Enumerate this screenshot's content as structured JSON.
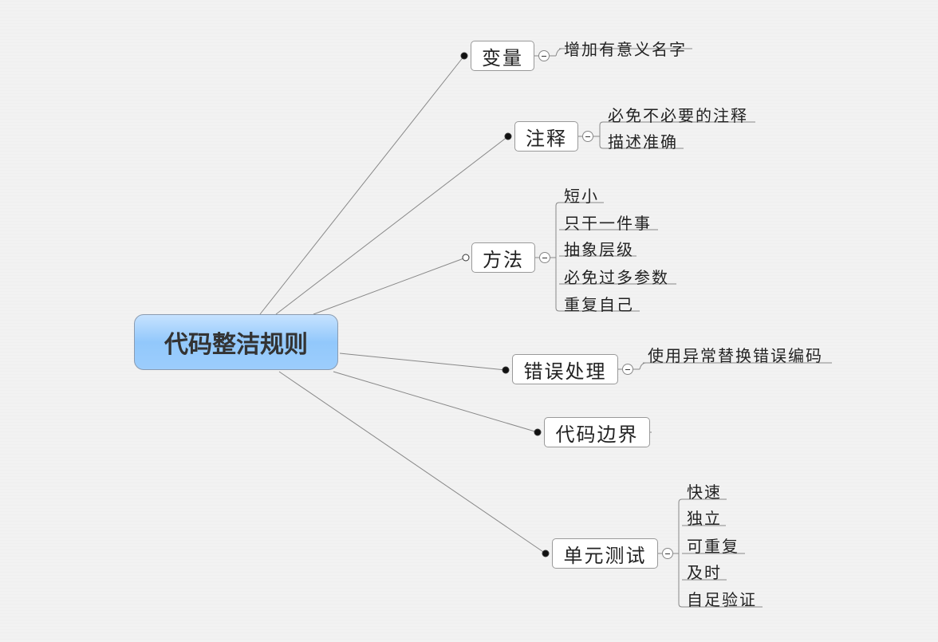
{
  "central": "代码整洁规则",
  "topics": [
    {
      "label": "变量",
      "collapsed": false,
      "children": [
        "增加有意义名字"
      ]
    },
    {
      "label": "注释",
      "collapsed": false,
      "children": [
        "必免不必要的注释",
        "描述准确"
      ]
    },
    {
      "label": "方法",
      "collapsed": false,
      "children": [
        "短小",
        "只干一件事",
        "抽象层级",
        "必免过多参数",
        "重复自己"
      ]
    },
    {
      "label": "错误处理",
      "collapsed": false,
      "children": [
        "使用异常替换错误编码"
      ]
    },
    {
      "label": "代码边界",
      "collapsed": false,
      "children": []
    },
    {
      "label": "单元测试",
      "collapsed": false,
      "children": [
        "快速",
        "独立",
        "可重复",
        "及时",
        "自足验证"
      ]
    }
  ],
  "colors": {
    "central_fill": "#9ccdfc",
    "line": "#888888"
  }
}
